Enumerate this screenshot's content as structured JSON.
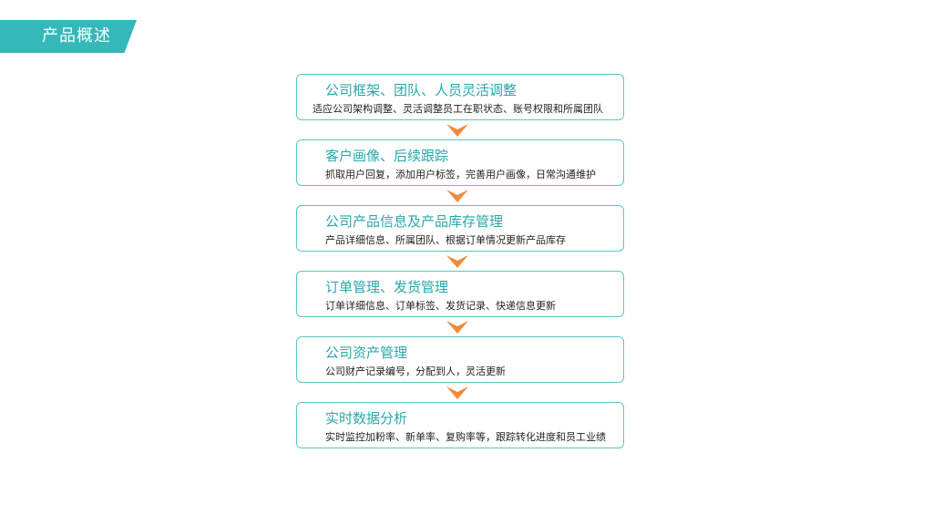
{
  "header": {
    "title": "产品概述"
  },
  "steps": [
    {
      "title": "公司框架、团队、人员灵活调整",
      "desc": "适应公司架构调整、灵活调整员工在职状态、账号权限和所属团队"
    },
    {
      "title": "客户画像、后续跟踪",
      "desc": "抓取用户回复，添加用户标签，完善用户画像，日常沟通维护"
    },
    {
      "title": "公司产品信息及产品库存管理",
      "desc": "产品详细信息、所属团队、根据订单情况更新产品库存"
    },
    {
      "title": "订单管理、发货管理",
      "desc": "订单详细信息、订单标签、发货记录、快递信息更新"
    },
    {
      "title": "公司资产管理",
      "desc": "公司财产记录编号，分配到人，灵活更新"
    },
    {
      "title": "实时数据分析",
      "desc": "实时监控加粉率、新单率、复购率等，跟踪转化进度和员工业绩"
    }
  ],
  "colors": {
    "accent": "#35b8ba",
    "border": "#5cc3c5",
    "arrow": "#f08a3a"
  },
  "icons": {
    "arrow": "chevron-down-icon"
  }
}
